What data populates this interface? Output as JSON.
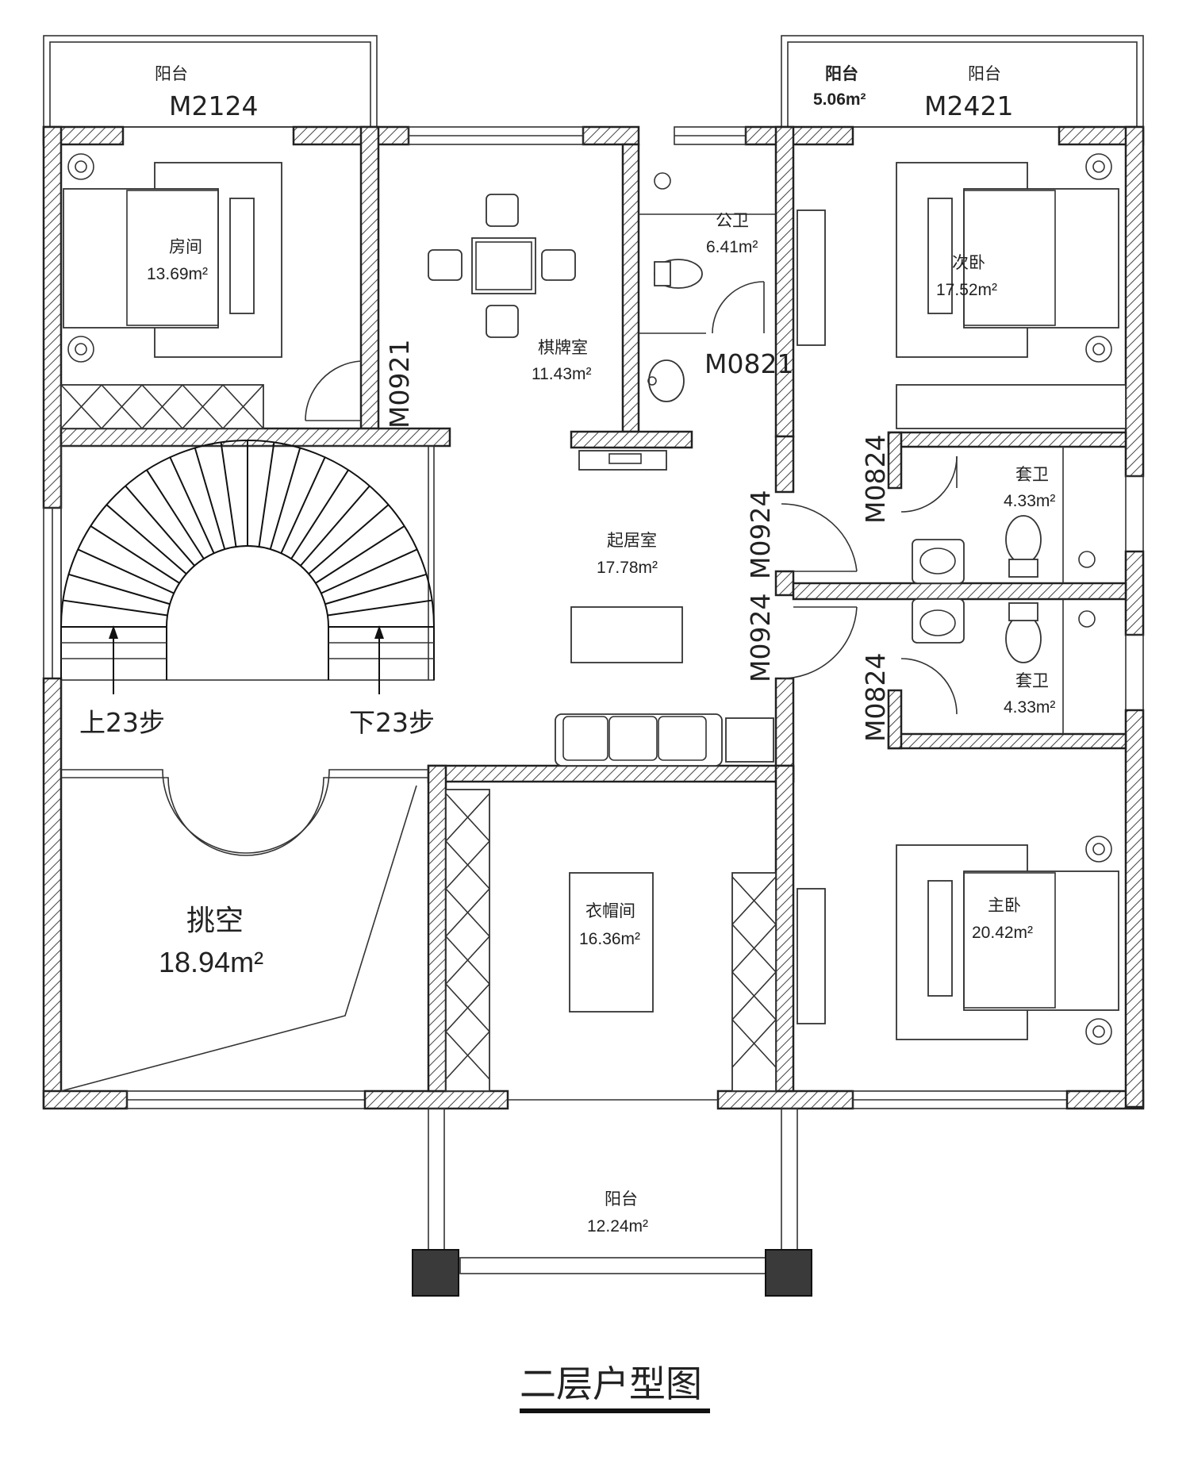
{
  "title": "二层户型图",
  "rooms": {
    "balcony_nw": {
      "name": "阳台",
      "door": "M2124"
    },
    "balcony_ne": {
      "name": "阳台",
      "area": "5.06m²",
      "door": "M2421"
    },
    "bedroom_room": {
      "name": "房间",
      "area": "13.69m²"
    },
    "card_room": {
      "name": "棋牌室",
      "area": "11.43m²"
    },
    "public_wc": {
      "name": "公卫",
      "area": "6.41m²"
    },
    "second_bedroom": {
      "name": "次卧",
      "area": "17.52m²"
    },
    "living": {
      "name": "起居室",
      "area": "17.78m²"
    },
    "ensuite_1": {
      "name": "套卫",
      "area": "4.33m²"
    },
    "ensuite_2": {
      "name": "套卫",
      "area": "4.33m²"
    },
    "void": {
      "name": "挑空",
      "area": "18.94m²"
    },
    "cloakroom": {
      "name": "衣帽间",
      "area": "16.36m²"
    },
    "master_bedroom": {
      "name": "主卧",
      "area": "20.42m²"
    },
    "balcony_south": {
      "name": "阳台",
      "area": "12.24m²"
    }
  },
  "doors": {
    "m0921": "M0921",
    "m0821": "M0821",
    "m0924_a": "M0924",
    "m0924_b": "M0924",
    "m0824_a": "M0824",
    "m0824_b": "M0824"
  },
  "stairs": {
    "up": "上23步",
    "down": "下23步"
  }
}
